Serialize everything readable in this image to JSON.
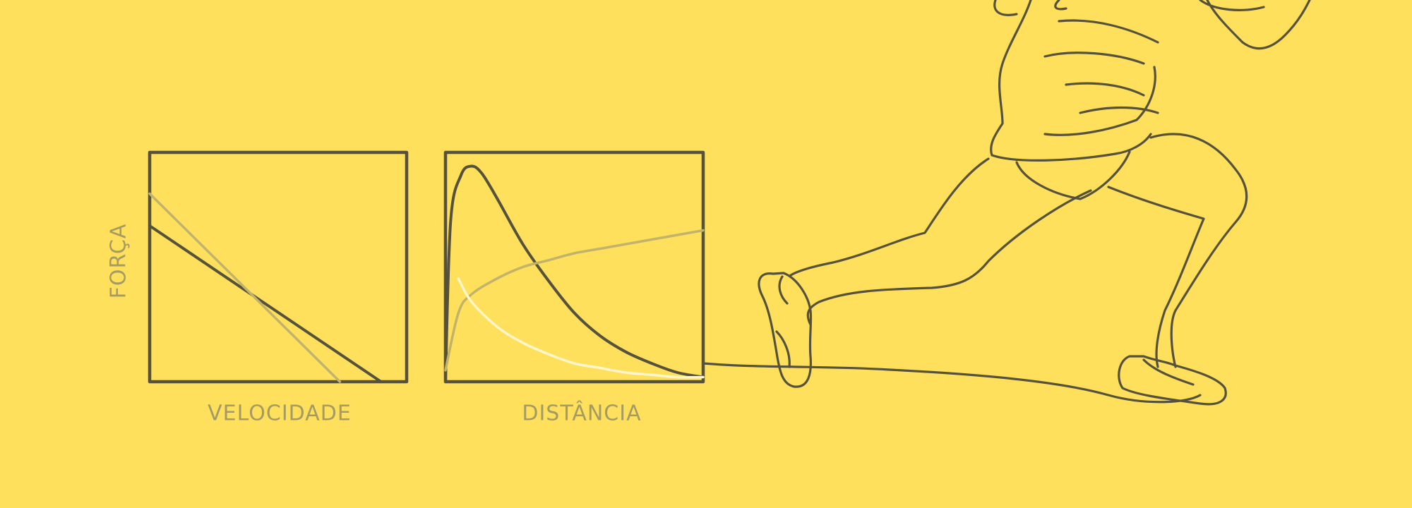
{
  "colors": {
    "background": "#FFE05C",
    "ink": "#55513A",
    "label": "#A49B64",
    "light_line": "#C2B36B",
    "white_line": "#FFF6CC"
  },
  "chart_data": [
    {
      "type": "line",
      "xlabel": "VELOCIDADE",
      "ylabel": "FORÇA",
      "xlim": [
        0,
        1
      ],
      "ylim": [
        0,
        1
      ],
      "grid": false,
      "series": [
        {
          "style": "dark",
          "x": [
            0,
            0.9
          ],
          "y": [
            0.68,
            0.0
          ]
        },
        {
          "style": "light",
          "x": [
            0,
            0.74
          ],
          "y": [
            0.82,
            0.0
          ]
        }
      ]
    },
    {
      "type": "line",
      "xlabel": "DISTÂNCIA",
      "ylabel": "",
      "xlim": [
        0,
        1
      ],
      "ylim": [
        0,
        1
      ],
      "grid": false,
      "series": [
        {
          "style": "dark",
          "x": [
            0,
            0.02,
            0.06,
            0.1,
            0.14,
            0.2,
            0.3,
            0.4,
            0.5,
            0.6,
            0.7,
            0.8,
            0.9,
            1.0
          ],
          "y": [
            0,
            0.7,
            0.9,
            0.94,
            0.91,
            0.8,
            0.6,
            0.44,
            0.3,
            0.2,
            0.13,
            0.08,
            0.04,
            0.02
          ]
        },
        {
          "style": "light",
          "x": [
            0,
            0.05,
            0.1,
            0.2,
            0.3,
            0.4,
            0.5,
            0.6,
            0.7,
            0.8,
            0.9,
            1.0
          ],
          "y": [
            0.05,
            0.3,
            0.38,
            0.45,
            0.5,
            0.53,
            0.56,
            0.58,
            0.6,
            0.62,
            0.64,
            0.66
          ]
        },
        {
          "style": "white",
          "x": [
            0.05,
            0.1,
            0.2,
            0.3,
            0.4,
            0.5,
            0.6,
            0.7,
            0.8,
            0.9,
            1.0
          ],
          "y": [
            0.45,
            0.35,
            0.24,
            0.17,
            0.12,
            0.08,
            0.06,
            0.04,
            0.03,
            0.02,
            0.02
          ]
        }
      ]
    }
  ]
}
